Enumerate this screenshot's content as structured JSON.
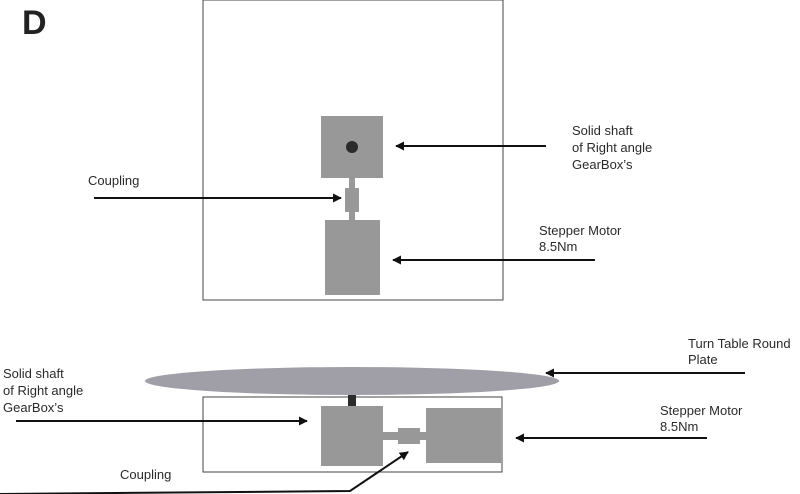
{
  "panel_letter": "D",
  "colors": {
    "part_fill": "#989898",
    "plate_fill": "#a09ea7",
    "frame_stroke": "#444444",
    "arrow": "#111111",
    "shaft_dot": "#2b2b2b"
  },
  "top_view": {
    "labels": {
      "shaft_line1": "Solid shaft",
      "shaft_line2": "of Right angle",
      "shaft_line3": "GearBox’s",
      "coupling": "Coupling",
      "motor_line1": "Stepper Motor",
      "motor_line2": "8.5Nm"
    }
  },
  "side_view": {
    "labels": {
      "turntable_line1": "Turn Table Round",
      "turntable_line2": "Plate",
      "shaft_line1": "Solid shaft",
      "shaft_line2": "of Right angle",
      "shaft_line3": "GearBox’s",
      "motor_line1": "Stepper Motor",
      "motor_line2": "8.5Nm",
      "coupling": "Coupling"
    }
  }
}
